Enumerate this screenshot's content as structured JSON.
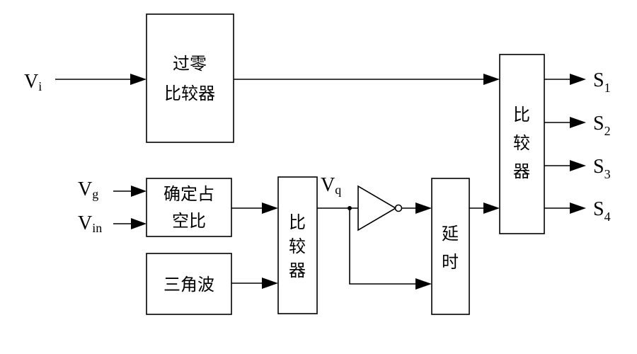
{
  "blocks": {
    "zero_cross": {
      "line1": "过零",
      "line2": "比较器"
    },
    "duty": {
      "line1": "确定占",
      "line2": "空比"
    },
    "triangle": {
      "label": "三角波"
    },
    "comparator_mid": {
      "c1": "比",
      "c2": "较",
      "c3": "器"
    },
    "delay": {
      "c1": "延",
      "c2": "时"
    },
    "comparator_out": {
      "c1": "比",
      "c2": "较",
      "c3": "器"
    }
  },
  "signals": {
    "vi": {
      "main": "V",
      "sub": "i"
    },
    "vg": {
      "main": "V",
      "sub": "g"
    },
    "vin": {
      "main": "V",
      "sub": "in"
    },
    "vq": {
      "main": "V",
      "sub": "q"
    },
    "s1": {
      "main": "S",
      "sub": "1"
    },
    "s2": {
      "main": "S",
      "sub": "2"
    },
    "s3": {
      "main": "S",
      "sub": "3"
    },
    "s4": {
      "main": "S",
      "sub": "4"
    }
  },
  "colors": {
    "stroke": "#000000",
    "background": "#ffffff"
  }
}
